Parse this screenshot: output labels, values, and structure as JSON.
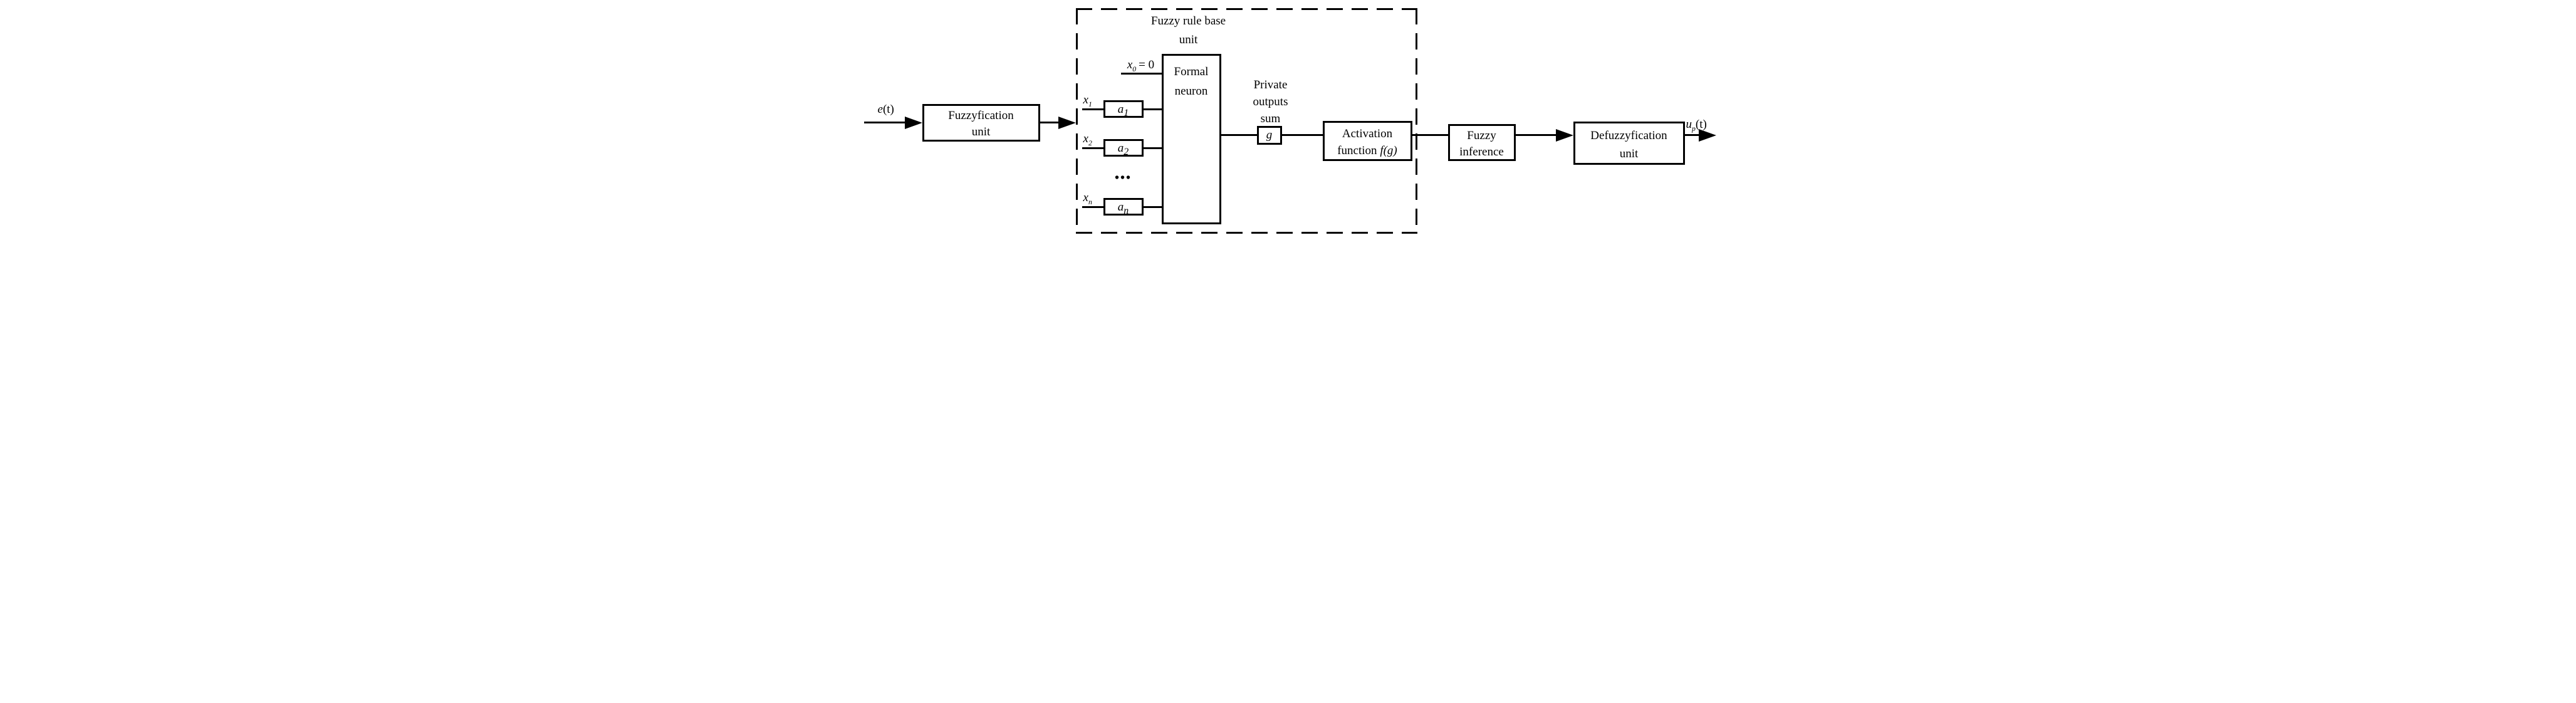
{
  "canvas": {
    "background": "#ffffff",
    "ink": "#000000"
  },
  "labels": {
    "input_signal": {
      "base": "e",
      "args": "(t)"
    },
    "output_signal": {
      "base": "u",
      "sub": "p",
      "args": "(t)"
    },
    "bias_input": {
      "base": "x",
      "sub": "0",
      "eq": "= 0"
    },
    "ellipsis": "•••"
  },
  "blocks": {
    "fuzzyfication": {
      "line1": "Fuzzyfication",
      "line2": "unit"
    },
    "rule_base_unit": {
      "title_line1": "Fuzzy rule base",
      "title_line2": "unit"
    },
    "formal_neuron": {
      "line1": "Formal",
      "line2": "neuron"
    },
    "private_outputs_sum": {
      "line1": "Private",
      "line2": "outputs",
      "line3": "sum"
    },
    "sum_node": {
      "label": "g"
    },
    "activation": {
      "line1": "Activation",
      "line2_prefix": "function",
      "line2_math": "f(g)"
    },
    "fuzzy_inference": {
      "line1": "Fuzzy",
      "line2": "inference"
    },
    "defuzzyfication": {
      "line1": "Defuzzyfication",
      "line2": "unit"
    }
  },
  "weighted_inputs": [
    {
      "x_base": "x",
      "x_sub": "1",
      "w_base": "a",
      "w_sub": "1"
    },
    {
      "x_base": "x",
      "x_sub": "2",
      "w_base": "a",
      "w_sub": "2"
    },
    {
      "x_base": "x",
      "x_sub": "n",
      "w_base": "a",
      "w_sub": "n"
    }
  ]
}
